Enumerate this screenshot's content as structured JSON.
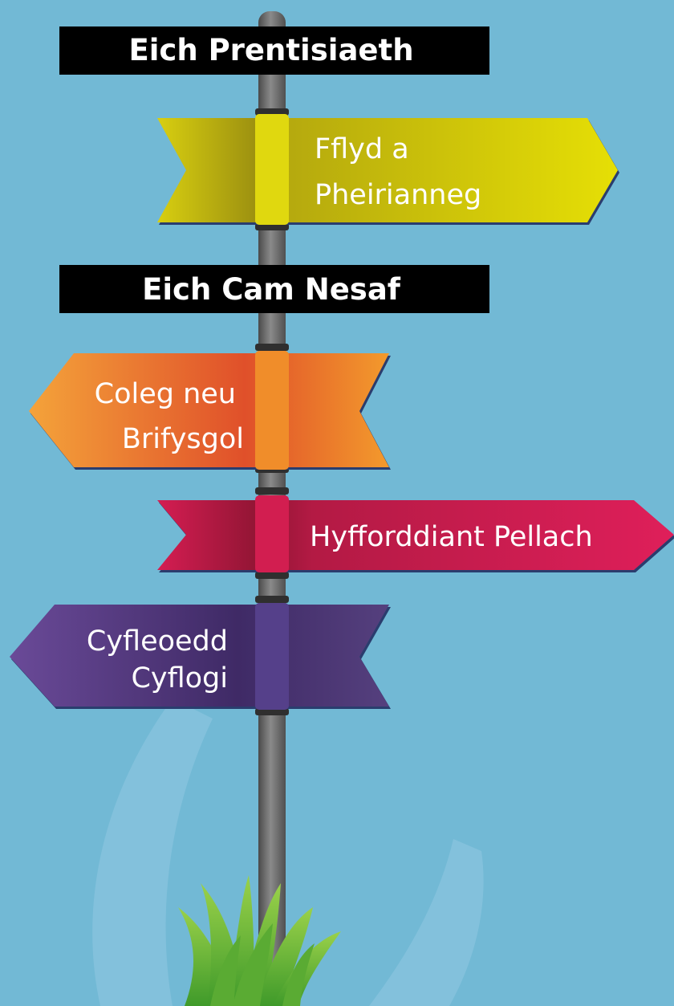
{
  "headings": {
    "apprenticeship": "Eich Prentisiaeth",
    "next_step": "Eich Cam Nesaf"
  },
  "signs": {
    "fleet": {
      "line1": "Fflyd a",
      "line2": "Pheirianneg"
    },
    "college": {
      "line1": "Coleg neu",
      "line2": "Brifysgol"
    },
    "training": {
      "line1": "Hyfforddiant Pellach"
    },
    "employment": {
      "line1": "Cyfleoedd",
      "line2": "Cyflogi"
    }
  },
  "colors": {
    "background": "#72b9d5",
    "heading_background": "#000000",
    "fleet_sign": "#d4c80a",
    "college_sign": "#ee6a24",
    "training_sign": "#c81d4e",
    "employment_sign": "#4d3578",
    "pole": "#6f6f6f",
    "grass": "#6fbf3a"
  }
}
